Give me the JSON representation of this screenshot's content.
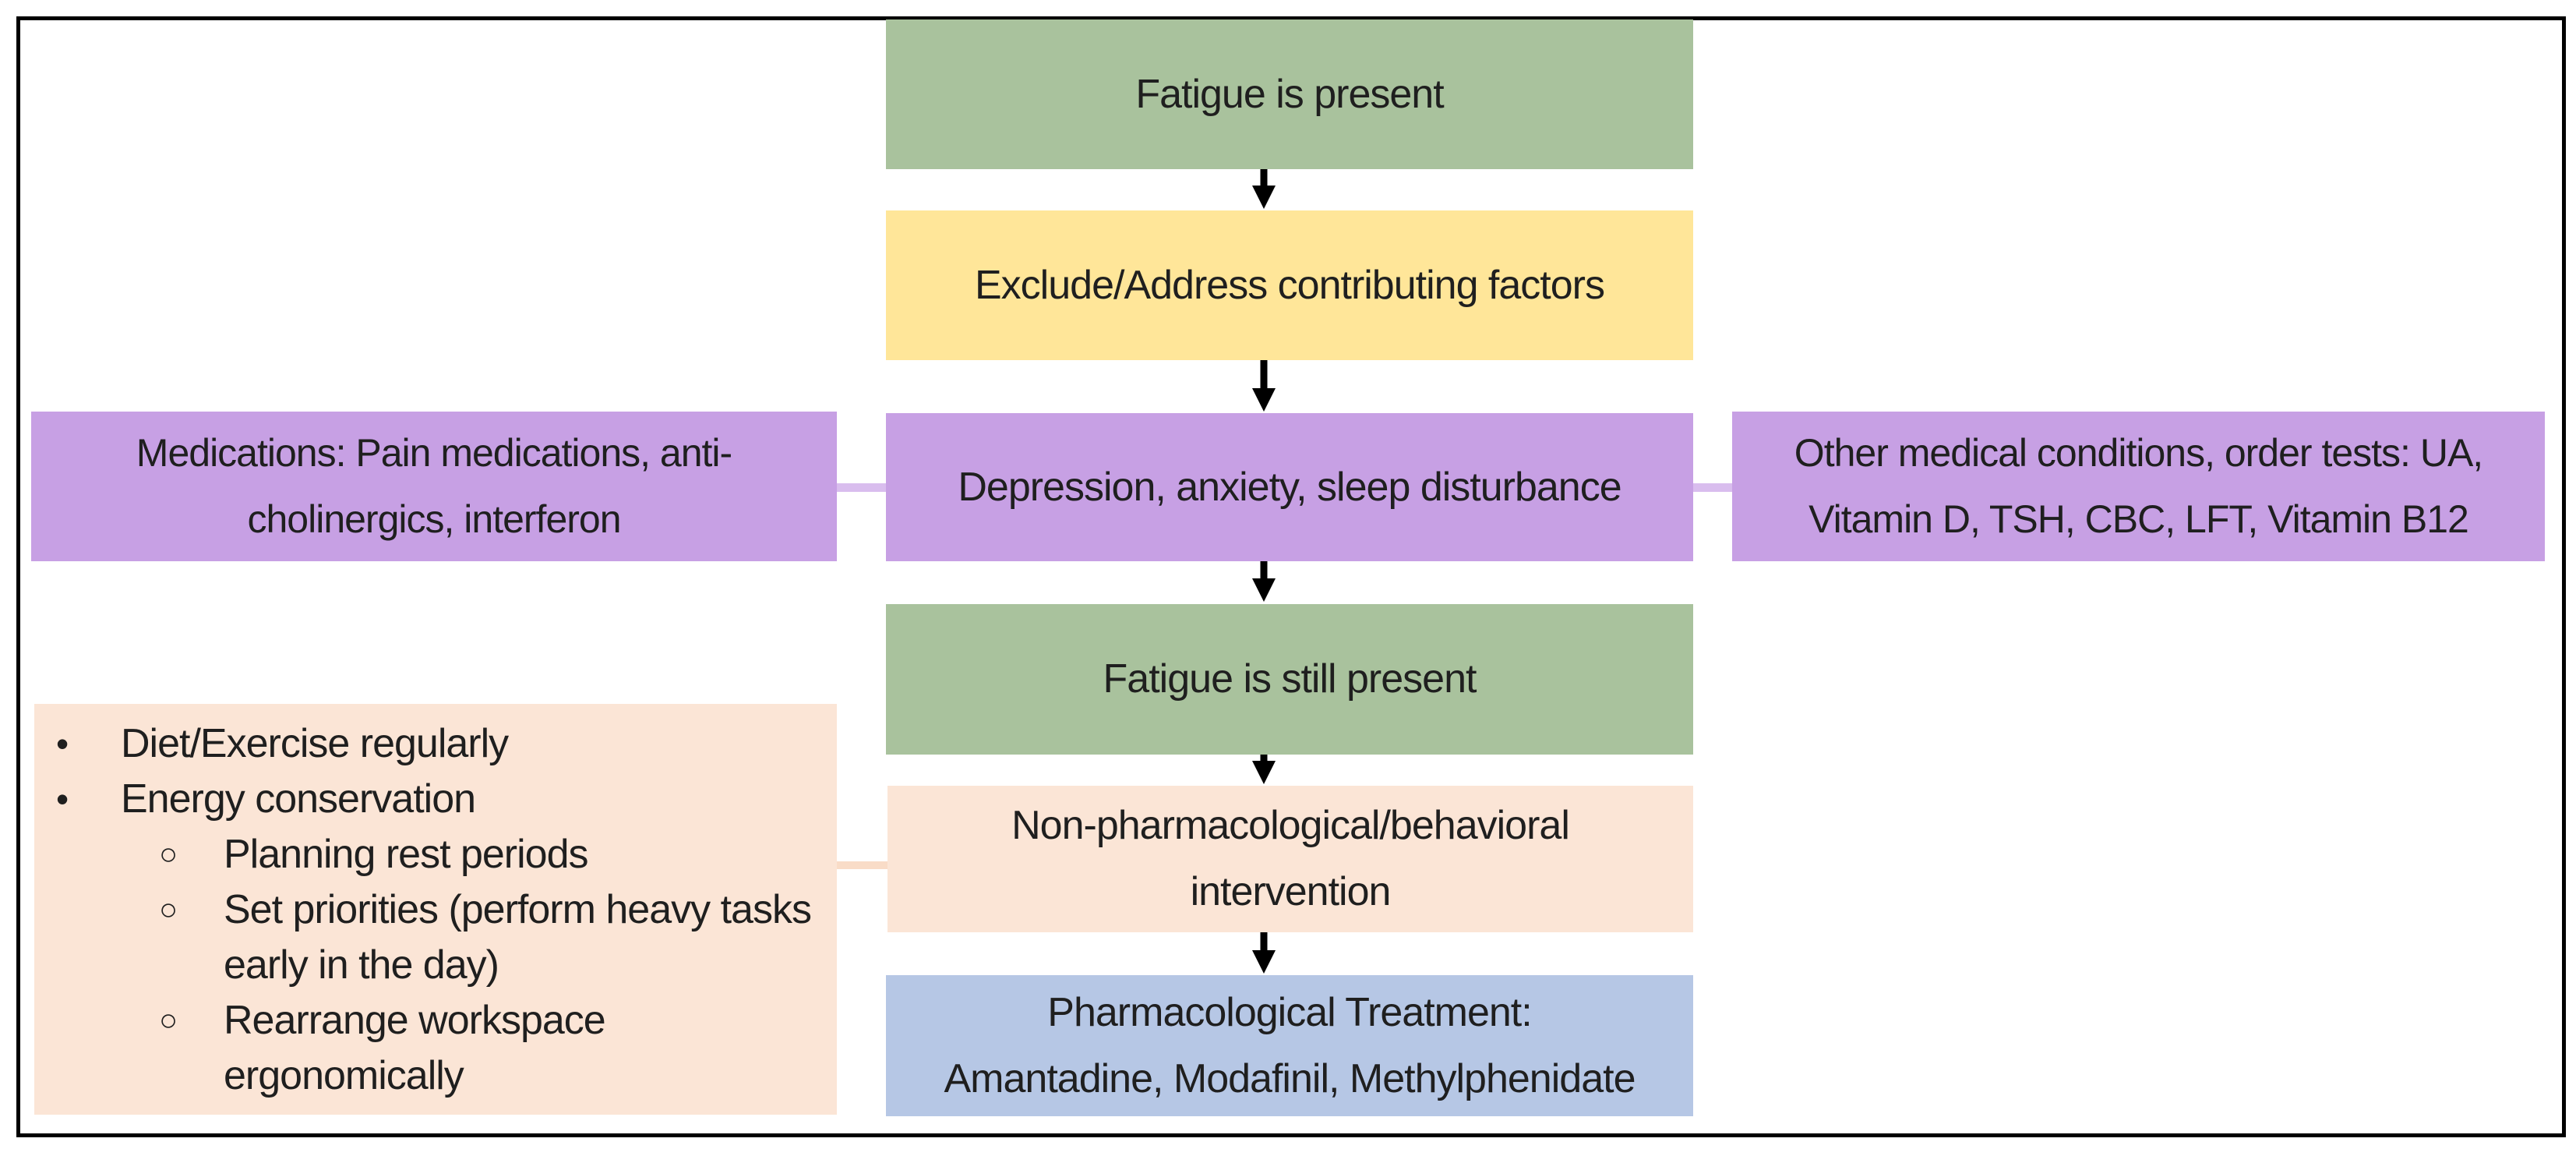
{
  "diagram": {
    "nodes": {
      "fatigue_present": {
        "label": "Fatigue is present",
        "color": "#a9c29d"
      },
      "exclude_factors": {
        "label": "Exclude/Address contributing factors",
        "color": "#ffe699"
      },
      "depression_anxiety_sleep": {
        "label": "Depression, anxiety, sleep disturbance",
        "color": "#c7a0e4"
      },
      "medications": {
        "line1": "Medications: Pain medications, anti-",
        "line2": "cholinergics, interferon",
        "color": "#c7a0e4"
      },
      "other_medical_tests": {
        "line1": "Other medical conditions, order tests: UA,",
        "line2": "Vitamin D, TSH, CBC, LFT, Vitamin B12",
        "color": "#c7a0e4"
      },
      "fatigue_still_present": {
        "label": "Fatigue is still present",
        "color": "#a9c29d"
      },
      "non_pharmacological": {
        "line1": "Non-pharmacological/behavioral",
        "line2": "intervention",
        "color": "#fbe5d6"
      },
      "behavioral_list": {
        "color": "#fbe5d6",
        "bullet_marker": "•",
        "sub_bullet_marker": "○",
        "items": [
          {
            "level": 1,
            "text": "Diet/Exercise regularly"
          },
          {
            "level": 1,
            "text": "Energy conservation"
          },
          {
            "level": 2,
            "text": "Planning rest periods"
          },
          {
            "level": 2,
            "text": "Set priorities (perform heavy tasks early in the day)"
          },
          {
            "level": 2,
            "text": "Rearrange workspace ergonomically"
          }
        ]
      },
      "pharmacological": {
        "line1": "Pharmacological Treatment:",
        "line2": "Amantadine, Modafinil, Methylphenidate",
        "color": "#b6c7e5"
      }
    },
    "colors": {
      "frame_border": "#000000",
      "arrow": "#000000",
      "text": "#1f1f1f",
      "purple_connector": "#d9bdee",
      "peach_connector": "#f9dcc7",
      "background": "#ffffff"
    }
  }
}
